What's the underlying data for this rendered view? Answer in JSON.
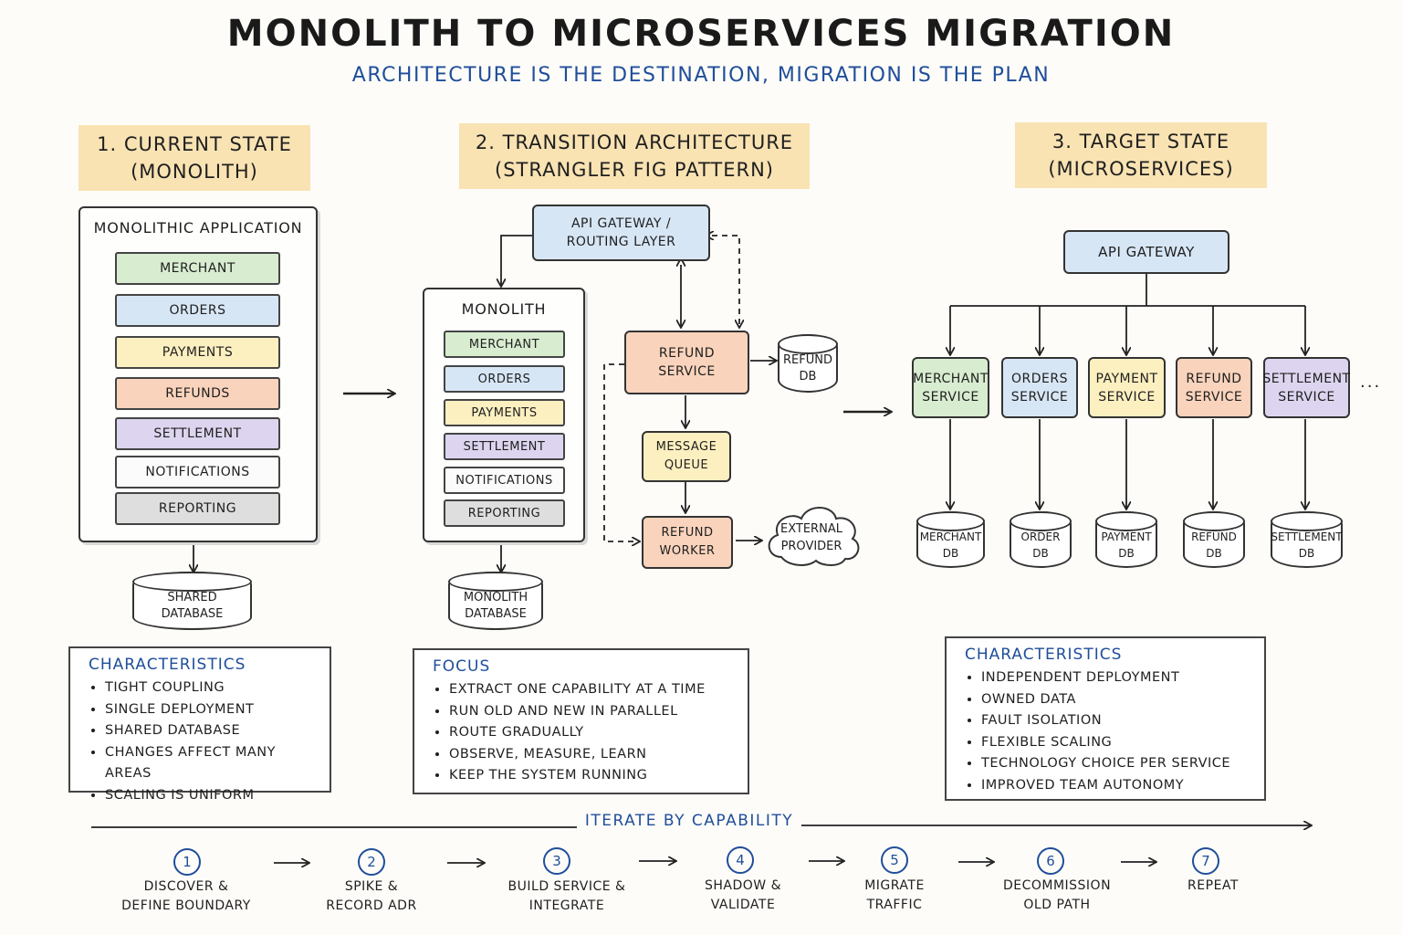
{
  "header": {
    "title": "MONOLITH TO MICROSERVICES MIGRATION",
    "subtitle": "ARCHITECTURE IS THE DESTINATION, MIGRATION IS THE PLAN"
  },
  "sections": {
    "current": {
      "line1": "1. CURRENT STATE",
      "line2": "(MONOLITH)"
    },
    "transition": {
      "line1": "2. TRANSITION ARCHITECTURE",
      "line2": "(STRANGLER FIG PATTERN)"
    },
    "target": {
      "line1": "3. TARGET STATE",
      "line2": "(MICROSERVICES)"
    }
  },
  "current_state": {
    "app_title": "MONOLITHIC APPLICATION",
    "modules": [
      "MERCHANT",
      "ORDERS",
      "PAYMENTS",
      "REFUNDS",
      "SETTLEMENT",
      "NOTIFICATIONS",
      "REPORTING"
    ],
    "database": {
      "line1": "SHARED",
      "line2": "DATABASE"
    },
    "characteristics": {
      "title": "CHARACTERISTICS",
      "items": [
        "TIGHT COUPLING",
        "SINGLE DEPLOYMENT",
        "SHARED DATABASE",
        "CHANGES AFFECT MANY AREAS",
        "SCALING IS UNIFORM"
      ]
    }
  },
  "transition_state": {
    "gateway": {
      "line1": "API GATEWAY /",
      "line2": "ROUTING LAYER"
    },
    "monolith_title": "MONOLITH",
    "modules": [
      "MERCHANT",
      "ORDERS",
      "PAYMENTS",
      "SETTLEMENT",
      "NOTIFICATIONS",
      "REPORTING"
    ],
    "database": {
      "line1": "MONOLITH",
      "line2": "DATABASE"
    },
    "refund_service": {
      "line1": "REFUND",
      "line2": "SERVICE"
    },
    "refund_db": {
      "line1": "REFUND",
      "line2": "DB"
    },
    "message_queue": {
      "line1": "MESSAGE",
      "line2": "QUEUE"
    },
    "refund_worker": {
      "line1": "REFUND",
      "line2": "WORKER"
    },
    "external_provider": {
      "line1": "EXTERNAL",
      "line2": "PROVIDER"
    },
    "focus": {
      "title": "FOCUS",
      "items": [
        "EXTRACT ONE CAPABILITY AT A TIME",
        "RUN OLD AND NEW IN PARALLEL",
        "ROUTE GRADUALLY",
        "OBSERVE, MEASURE, LEARN",
        "KEEP THE SYSTEM RUNNING"
      ]
    }
  },
  "target_state": {
    "gateway": "API GATEWAY",
    "services": [
      {
        "line1": "MERCHANT",
        "line2": "SERVICE",
        "db1": "MERCHANT",
        "db2": "DB",
        "color": "#d8ecd0"
      },
      {
        "line1": "ORDERS",
        "line2": "SERVICE",
        "db1": "ORDER",
        "db2": "DB",
        "color": "#d7e6f5"
      },
      {
        "line1": "PAYMENT",
        "line2": "SERVICE",
        "db1": "PAYMENT",
        "db2": "DB",
        "color": "#fcefc0"
      },
      {
        "line1": "REFUND",
        "line2": "SERVICE",
        "db1": "REFUND",
        "db2": "DB",
        "color": "#f9d3bc"
      },
      {
        "line1": "SETTLEMENT",
        "line2": "SERVICE",
        "db1": "SETTLEMENT",
        "db2": "DB",
        "color": "#ddd5ef"
      }
    ],
    "ellipsis": "...",
    "characteristics": {
      "title": "CHARACTERISTICS",
      "items": [
        "INDEPENDENT DEPLOYMENT",
        "OWNED DATA",
        "FAULT ISOLATION",
        "FLEXIBLE SCALING",
        "TECHNOLOGY CHOICE PER SERVICE",
        "IMPROVED TEAM AUTONOMY"
      ]
    }
  },
  "iteration": {
    "label": "ITERATE BY CAPABILITY",
    "steps": [
      {
        "num": "1",
        "line1": "DISCOVER &",
        "line2": "DEFINE BOUNDARY"
      },
      {
        "num": "2",
        "line1": "SPIKE &",
        "line2": "RECORD ADR"
      },
      {
        "num": "3",
        "line1": "BUILD SERVICE &",
        "line2": "INTEGRATE"
      },
      {
        "num": "4",
        "line1": "SHADOW &",
        "line2": "VALIDATE"
      },
      {
        "num": "5",
        "line1": "MIGRATE",
        "line2": "TRAFFIC"
      },
      {
        "num": "6",
        "line1": "DECOMMISSION",
        "line2": "OLD PATH"
      },
      {
        "num": "7",
        "line1": "REPEAT",
        "line2": ""
      }
    ]
  },
  "colors": {
    "accent_blue": "#1f4e9a",
    "highlight": "#f9e3b3",
    "merchant": "#d8ecd0",
    "orders": "#d7e6f5",
    "payments": "#fcefc0",
    "refunds": "#f9d3bc",
    "settlement": "#ddd5ef",
    "notifications": "#fbfbfb",
    "reporting": "#dedede"
  }
}
